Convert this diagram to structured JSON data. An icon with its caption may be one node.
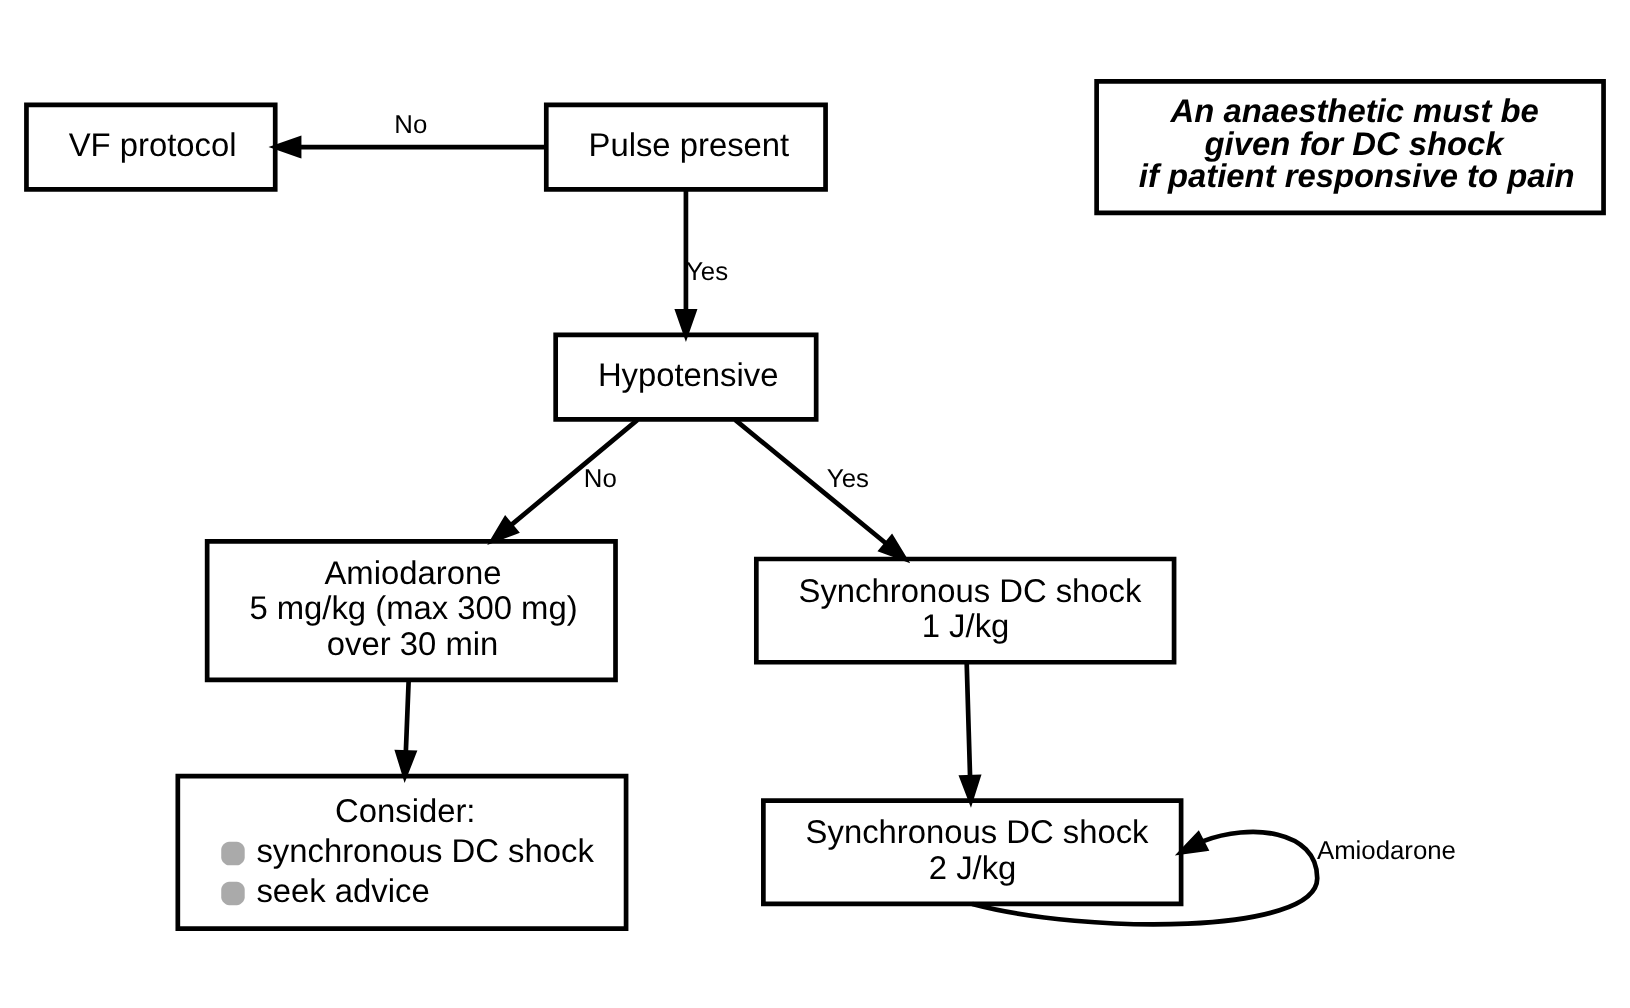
{
  "diagram": {
    "nodes": [
      {
        "text": [
          "VF protocol"
        ]
      },
      {
        "text": [
          "Pulse present"
        ]
      },
      {
        "text": [
          "An anaesthetic must be given for DC shock if patient responsive to pain"
        ]
      },
      {
        "text": [
          "Hypotensive"
        ]
      },
      {
        "text": [
          "Amiodarone 5 mg/kg (max 300 mg) over 30 min"
        ]
      },
      {
        "text": [
          "Consider:",
          "synchronous DC shock",
          "seek advice"
        ]
      },
      {
        "text": [
          "Synchronous DC shock 1 J/kg"
        ]
      },
      {
        "text": [
          "Synchronous DC shock 2 J/kg"
        ]
      }
    ],
    "edges": [
      {
        "from": 1,
        "to": 0,
        "arrow": "to",
        "label": "No"
      },
      {
        "from": 1,
        "to": 3,
        "arrow": "to",
        "label": "Yes"
      },
      {
        "from": 3,
        "to": 4,
        "arrow": "to",
        "label": "No"
      },
      {
        "from": 3,
        "to": 6,
        "arrow": "to",
        "label": "Yes"
      },
      {
        "from": 4,
        "to": 5,
        "arrow": "to"
      },
      {
        "from": 6,
        "to": 7,
        "arrow": "to"
      },
      {
        "from": 7,
        "to": 7,
        "arrow": "to",
        "label": "Amiodarone"
      }
    ]
  }
}
